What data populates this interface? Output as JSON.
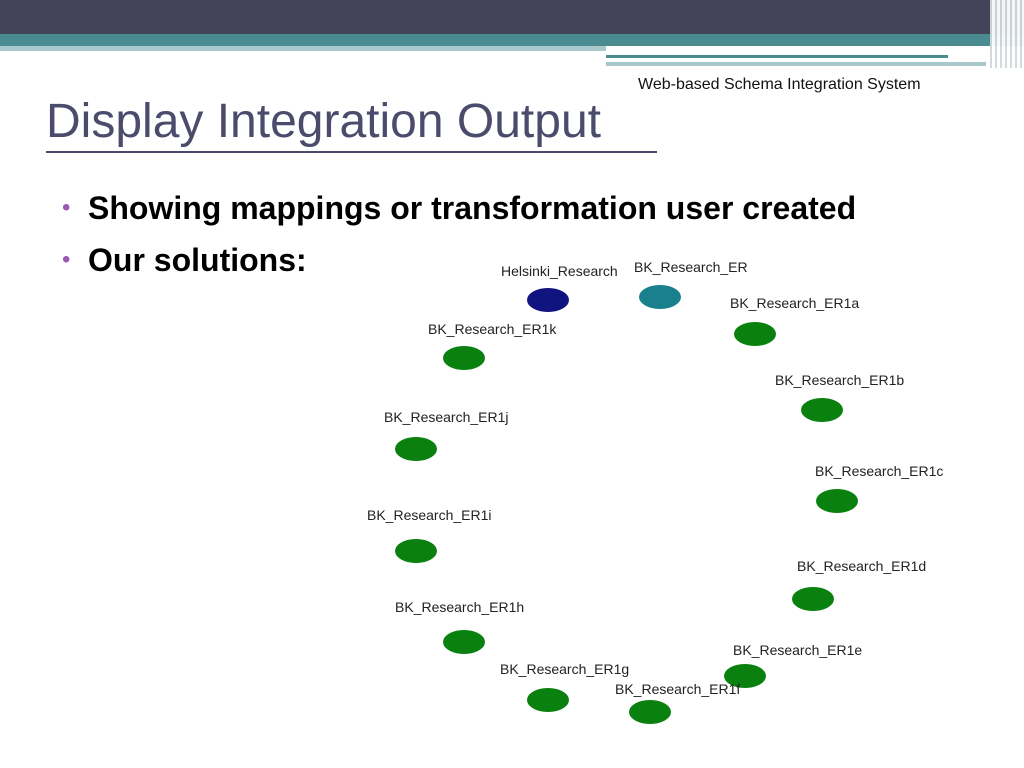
{
  "header": {
    "subtitle": "Web-based Schema Integration System",
    "title": "Display Integration Output"
  },
  "bullets": [
    "Showing mappings or transformation user created",
    "Our solutions:"
  ],
  "colors": {
    "title": "#4b4b6c",
    "bullet_dot": "#9a58b1",
    "node_primary": "#0f147f",
    "node_root": "#1b808e",
    "node_child": "#0a800f"
  },
  "graph": {
    "nodes": [
      {
        "id": "helsinki",
        "label": "Helsinki_Research",
        "kind": "primary"
      },
      {
        "id": "bk_er",
        "label": "BK_Research_ER",
        "kind": "root"
      },
      {
        "id": "er1a",
        "label": "BK_Research_ER1a",
        "kind": "child"
      },
      {
        "id": "er1b",
        "label": "BK_Research_ER1b",
        "kind": "child"
      },
      {
        "id": "er1c",
        "label": "BK_Research_ER1c",
        "kind": "child"
      },
      {
        "id": "er1d",
        "label": "BK_Research_ER1d",
        "kind": "child"
      },
      {
        "id": "er1e",
        "label": "BK_Research_ER1e",
        "kind": "child"
      },
      {
        "id": "er1f",
        "label": "BK_Research_ER1f",
        "kind": "child"
      },
      {
        "id": "er1g",
        "label": "BK_Research_ER1g",
        "kind": "child"
      },
      {
        "id": "er1h",
        "label": "BK_Research_ER1h",
        "kind": "child"
      },
      {
        "id": "er1i",
        "label": "BK_Research_ER1i",
        "kind": "child"
      },
      {
        "id": "er1j",
        "label": "BK_Research_ER1j",
        "kind": "child"
      },
      {
        "id": "er1k",
        "label": "BK_Research_ER1k",
        "kind": "child"
      }
    ]
  }
}
